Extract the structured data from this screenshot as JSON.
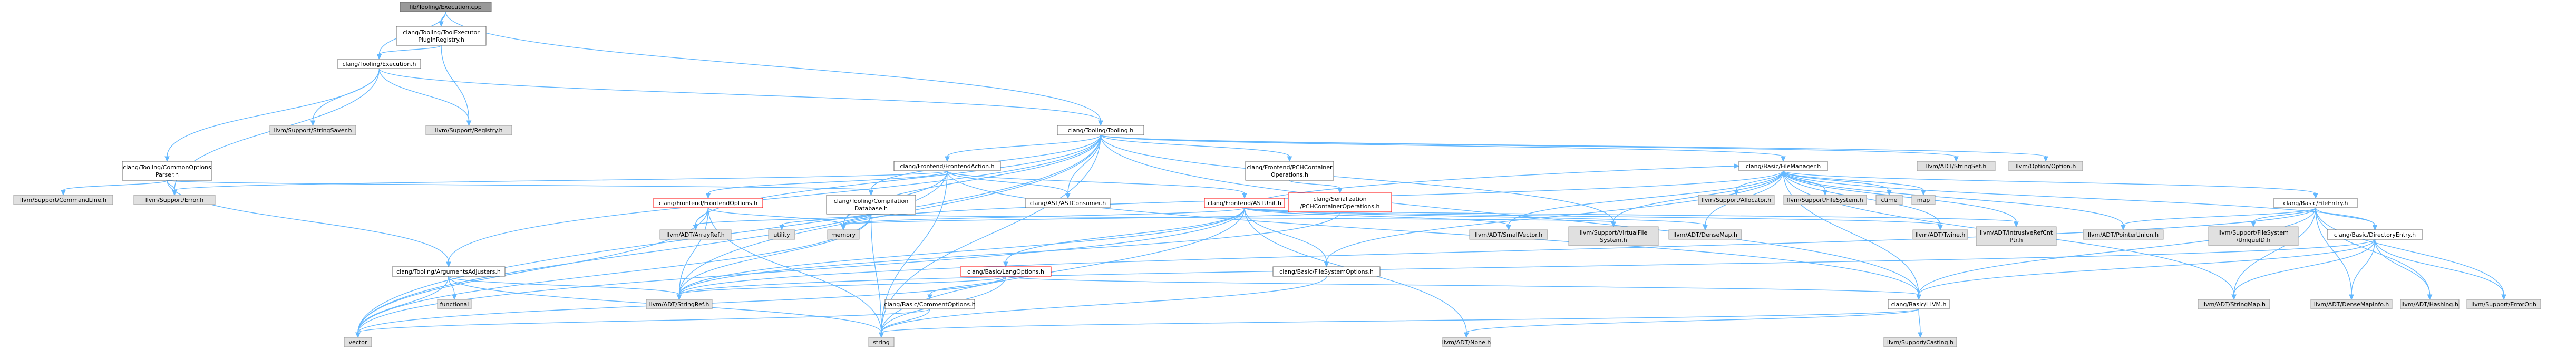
{
  "colors": {
    "root_fill": "#999999",
    "root_border": "#666666",
    "node_fill": "#ffffff",
    "node_border": "#666666",
    "system_fill": "#e0e0e0",
    "system_border": "#999999",
    "highlight_border": "#ff0000",
    "edge": "#63b8ff"
  },
  "nodes": [
    {
      "id": "n0",
      "lines": [
        "lib/Tooling/Execution.cpp"
      ],
      "kind": "root"
    },
    {
      "id": "n1",
      "lines": [
        "clang/Tooling/ToolExecutor",
        "PluginRegistry.h"
      ],
      "kind": "normal"
    },
    {
      "id": "n2",
      "lines": [
        "clang/Tooling/Execution.h"
      ],
      "kind": "normal"
    },
    {
      "id": "n3",
      "lines": [
        "clang/Tooling/Tooling.h"
      ],
      "kind": "normal"
    },
    {
      "id": "n4",
      "lines": [
        "llvm/Support/StringSaver.h"
      ],
      "kind": "system"
    },
    {
      "id": "n5",
      "lines": [
        "llvm/Support/Registry.h"
      ],
      "kind": "system"
    },
    {
      "id": "n6",
      "lines": [
        "clang/Tooling/CommonOptions",
        "Parser.h"
      ],
      "kind": "normal"
    },
    {
      "id": "n7",
      "lines": [
        "llvm/Support/CommandLine.h"
      ],
      "kind": "system"
    },
    {
      "id": "n8",
      "lines": [
        "llvm/Support/Error.h"
      ],
      "kind": "system"
    },
    {
      "id": "n9",
      "lines": [
        "clang/Frontend/FrontendAction.h"
      ],
      "kind": "normal"
    },
    {
      "id": "n10",
      "lines": [
        "clang/Frontend/PCHContainer",
        "Operations.h"
      ],
      "kind": "normal"
    },
    {
      "id": "n11",
      "lines": [
        "clang/Basic/FileManager.h"
      ],
      "kind": "normal"
    },
    {
      "id": "n12",
      "lines": [
        "llvm/ADT/StringSet.h"
      ],
      "kind": "system"
    },
    {
      "id": "n13",
      "lines": [
        "llvm/Option/Option.h"
      ],
      "kind": "system"
    },
    {
      "id": "n14",
      "lines": [
        "clang/Serialization",
        "/PCHContainerOperations.h"
      ],
      "kind": "highlight"
    },
    {
      "id": "n15",
      "lines": [
        "clang/Frontend/FrontendOptions.h"
      ],
      "kind": "highlight"
    },
    {
      "id": "n16",
      "lines": [
        "clang/Tooling/Compilation",
        "Database.h"
      ],
      "kind": "normal"
    },
    {
      "id": "n17",
      "lines": [
        "clang/AST/ASTConsumer.h"
      ],
      "kind": "normal"
    },
    {
      "id": "n18",
      "lines": [
        "clang/Frontend/ASTUnit.h"
      ],
      "kind": "highlight"
    },
    {
      "id": "n19",
      "lines": [
        "llvm/Support/Allocator.h"
      ],
      "kind": "system"
    },
    {
      "id": "n20",
      "lines": [
        "llvm/Support/FileSystem.h"
      ],
      "kind": "system"
    },
    {
      "id": "n21",
      "lines": [
        "ctime"
      ],
      "kind": "system"
    },
    {
      "id": "n22",
      "lines": [
        "map"
      ],
      "kind": "system"
    },
    {
      "id": "n23",
      "lines": [
        "clang/Basic/FileEntry.h"
      ],
      "kind": "normal"
    },
    {
      "id": "n24",
      "lines": [
        "llvm/ADT/ArrayRef.h"
      ],
      "kind": "system"
    },
    {
      "id": "n25",
      "lines": [
        "utility"
      ],
      "kind": "system"
    },
    {
      "id": "n26",
      "lines": [
        "memory"
      ],
      "kind": "system"
    },
    {
      "id": "n27",
      "lines": [
        "llvm/ADT/SmallVector.h"
      ],
      "kind": "system"
    },
    {
      "id": "n28",
      "lines": [
        "llvm/Support/VirtualFile",
        "System.h"
      ],
      "kind": "system"
    },
    {
      "id": "n29",
      "lines": [
        "llvm/ADT/DenseMap.h"
      ],
      "kind": "system"
    },
    {
      "id": "n30",
      "lines": [
        "llvm/ADT/Twine.h"
      ],
      "kind": "system"
    },
    {
      "id": "n31",
      "lines": [
        "llvm/ADT/IntrusiveRefCnt",
        "Ptr.h"
      ],
      "kind": "system"
    },
    {
      "id": "n32",
      "lines": [
        "llvm/ADT/PointerUnion.h"
      ],
      "kind": "system"
    },
    {
      "id": "n33",
      "lines": [
        "llvm/Support/FileSystem",
        "/UniqueID.h"
      ],
      "kind": "system"
    },
    {
      "id": "n34",
      "lines": [
        "clang/Basic/DirectoryEntry.h"
      ],
      "kind": "normal"
    },
    {
      "id": "n35",
      "lines": [
        "clang/Tooling/ArgumentsAdjusters.h"
      ],
      "kind": "normal"
    },
    {
      "id": "n36",
      "lines": [
        "functional"
      ],
      "kind": "system"
    },
    {
      "id": "n37",
      "lines": [
        "clang/Basic/LangOptions.h"
      ],
      "kind": "highlight"
    },
    {
      "id": "n38",
      "lines": [
        "clang/Basic/FileSystemOptions.h"
      ],
      "kind": "normal"
    },
    {
      "id": "n39",
      "lines": [
        "clang/Basic/CommentOptions.h"
      ],
      "kind": "normal"
    },
    {
      "id": "n40",
      "lines": [
        "llvm/ADT/StringRef.h"
      ],
      "kind": "system"
    },
    {
      "id": "n41",
      "lines": [
        "clang/Basic/LLVM.h"
      ],
      "kind": "normal"
    },
    {
      "id": "n42",
      "lines": [
        "llvm/ADT/StringMap.h"
      ],
      "kind": "system"
    },
    {
      "id": "n43",
      "lines": [
        "llvm/ADT/DenseMapInfo.h"
      ],
      "kind": "system"
    },
    {
      "id": "n44",
      "lines": [
        "llvm/ADT/Hashing.h"
      ],
      "kind": "system"
    },
    {
      "id": "n45",
      "lines": [
        "llvm/Support/ErrorOr.h"
      ],
      "kind": "system"
    },
    {
      "id": "n46",
      "lines": [
        "vector"
      ],
      "kind": "system"
    },
    {
      "id": "n47",
      "lines": [
        "string"
      ],
      "kind": "system"
    },
    {
      "id": "n48",
      "lines": [
        "llvm/ADT/None.h"
      ],
      "kind": "system"
    },
    {
      "id": "n49",
      "lines": [
        "llvm/Support/Casting.h"
      ],
      "kind": "system"
    }
  ],
  "edges": [
    [
      "n0",
      "n1"
    ],
    [
      "n0",
      "n2"
    ],
    [
      "n0",
      "n3"
    ],
    [
      "n1",
      "n2"
    ],
    [
      "n1",
      "n5"
    ],
    [
      "n2",
      "n3"
    ],
    [
      "n2",
      "n4"
    ],
    [
      "n2",
      "n5"
    ],
    [
      "n2",
      "n6"
    ],
    [
      "n2",
      "n8"
    ],
    [
      "n3",
      "n9"
    ],
    [
      "n3",
      "n10"
    ],
    [
      "n3",
      "n11"
    ],
    [
      "n3",
      "n12"
    ],
    [
      "n3",
      "n13"
    ],
    [
      "n3",
      "n16"
    ],
    [
      "n3",
      "n17"
    ],
    [
      "n3",
      "n35"
    ],
    [
      "n3",
      "n26"
    ],
    [
      "n3",
      "n40"
    ],
    [
      "n3",
      "n41"
    ],
    [
      "n3",
      "n46"
    ],
    [
      "n3",
      "n47"
    ],
    [
      "n3",
      "n24"
    ],
    [
      "n3",
      "n28"
    ],
    [
      "n6",
      "n7"
    ],
    [
      "n6",
      "n8"
    ],
    [
      "n6",
      "n16"
    ],
    [
      "n6",
      "n35"
    ],
    [
      "n9",
      "n15"
    ],
    [
      "n9",
      "n17"
    ],
    [
      "n9",
      "n18"
    ],
    [
      "n9",
      "n8"
    ],
    [
      "n9",
      "n26"
    ],
    [
      "n9",
      "n47"
    ],
    [
      "n9",
      "n46"
    ],
    [
      "n9",
      "n41"
    ],
    [
      "n10",
      "n14"
    ],
    [
      "n11",
      "n19"
    ],
    [
      "n11",
      "n20"
    ],
    [
      "n11",
      "n21"
    ],
    [
      "n11",
      "n22"
    ],
    [
      "n11",
      "n23"
    ],
    [
      "n11",
      "n27"
    ],
    [
      "n11",
      "n28"
    ],
    [
      "n11",
      "n29"
    ],
    [
      "n11",
      "n30"
    ],
    [
      "n11",
      "n31"
    ],
    [
      "n11",
      "n32"
    ],
    [
      "n11",
      "n34"
    ],
    [
      "n11",
      "n38"
    ],
    [
      "n11",
      "n42"
    ],
    [
      "n11",
      "n26"
    ],
    [
      "n11",
      "n41"
    ],
    [
      "n14",
      "n26"
    ],
    [
      "n14",
      "n40"
    ],
    [
      "n15",
      "n24"
    ],
    [
      "n15",
      "n26"
    ],
    [
      "n15",
      "n47"
    ],
    [
      "n15",
      "n46"
    ],
    [
      "n15",
      "n40"
    ],
    [
      "n16",
      "n24"
    ],
    [
      "n16",
      "n25"
    ],
    [
      "n16",
      "n26"
    ],
    [
      "n16",
      "n40"
    ],
    [
      "n16",
      "n47"
    ],
    [
      "n16",
      "n46"
    ],
    [
      "n16",
      "n28"
    ],
    [
      "n18",
      "n37"
    ],
    [
      "n18",
      "n38"
    ],
    [
      "n18",
      "n11"
    ],
    [
      "n18",
      "n26"
    ],
    [
      "n18",
      "n27"
    ],
    [
      "n18",
      "n29"
    ],
    [
      "n18",
      "n30"
    ],
    [
      "n18",
      "n31"
    ],
    [
      "n18",
      "n40"
    ],
    [
      "n18",
      "n47"
    ],
    [
      "n18",
      "n48"
    ],
    [
      "n18",
      "n46"
    ],
    [
      "n23",
      "n32"
    ],
    [
      "n23",
      "n33"
    ],
    [
      "n23",
      "n34"
    ],
    [
      "n23",
      "n41"
    ],
    [
      "n23",
      "n42"
    ],
    [
      "n23",
      "n43"
    ],
    [
      "n23",
      "n44"
    ],
    [
      "n23",
      "n45"
    ],
    [
      "n23",
      "n40"
    ],
    [
      "n34",
      "n41"
    ],
    [
      "n34",
      "n42"
    ],
    [
      "n34",
      "n43"
    ],
    [
      "n34",
      "n44"
    ],
    [
      "n34",
      "n45"
    ],
    [
      "n34",
      "n40"
    ],
    [
      "n35",
      "n36"
    ],
    [
      "n35",
      "n40"
    ],
    [
      "n35",
      "n46"
    ],
    [
      "n35",
      "n47"
    ],
    [
      "n37",
      "n39"
    ],
    [
      "n37",
      "n41"
    ],
    [
      "n37",
      "n40"
    ],
    [
      "n37",
      "n47"
    ],
    [
      "n37",
      "n46"
    ],
    [
      "n38",
      "n47"
    ],
    [
      "n39",
      "n47"
    ],
    [
      "n39",
      "n46"
    ],
    [
      "n41",
      "n49"
    ],
    [
      "n41",
      "n47"
    ],
    [
      "n41",
      "n48"
    ]
  ]
}
